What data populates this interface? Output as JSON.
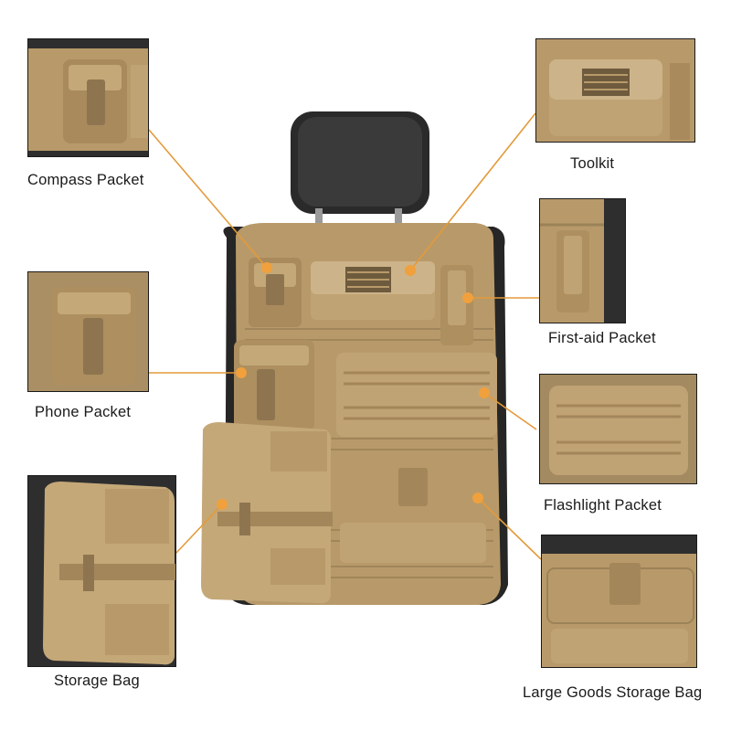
{
  "callouts": {
    "compass": "Compass Packet",
    "toolkit": "Toolkit",
    "first_aid": "First-aid Packet",
    "phone": "Phone Packet",
    "flashlight": "Flashlight Packet",
    "storage_bag": "Storage Bag",
    "large_goods": "Large Goods Storage Bag"
  },
  "colors": {
    "fabric": "#b89a6a",
    "fabric_dark": "#8e7550",
    "fabric_light": "#cdb389",
    "seat_black": "#2a2a2a",
    "leader_line": "#e39a3a",
    "dot": "#f0a03c"
  }
}
